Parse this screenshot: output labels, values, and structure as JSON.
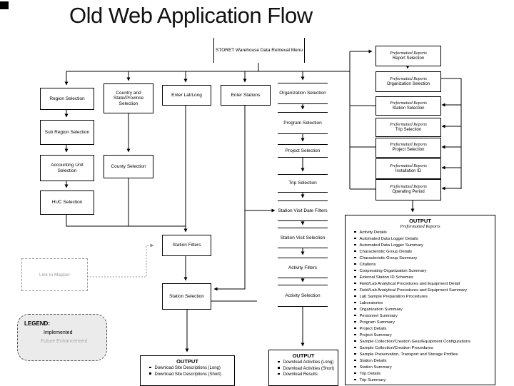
{
  "slide": {
    "title": "Old Web Application Flow"
  },
  "nodes": {
    "menu": "STORET Warehouse Data Retrieval Menu",
    "region": "Region Selection",
    "sub_region": "Sub Region Selection",
    "accounting_unit": "Accounting Unit Selection",
    "huc": "HUC Selection",
    "country_state": "Country and State/Province Selection",
    "county": "County Selection",
    "enter_latlong": "Enter Lat/Long",
    "enter_stations": "Enter Stations",
    "organization": "Organization Selection",
    "program": "Program Selection",
    "project": "Project Selection",
    "trip": "Trip Selection",
    "station_visit_date_filters": "Station Visit Date Filters",
    "station_visit_selection": "Station Visit Selection",
    "activity_filters": "Activity Filters",
    "activity_selection": "Activity Selection",
    "station_filters": "Station Filters",
    "station_selection": "Station Selection",
    "link_to_mapper": "Link to Mapper"
  },
  "preformatted": {
    "label": "Preformatted Reports",
    "steps": [
      "Report Selection",
      "Organization Selection",
      "Station Selection",
      "Trip Selection",
      "Project Selection",
      "Installation ID",
      "Operating Period"
    ]
  },
  "outputs": {
    "reports": {
      "title": "OUTPUT",
      "subtitle": "Preformatted Reports",
      "items": [
        "Activity Details",
        "Automated Data Logger Details",
        "Automated Data Logger Summary",
        "Characteristic Group Details",
        "Characteristic Group Summary",
        "Citations",
        "Cooperating Organization Summary",
        "External Station ID Schemes",
        "Field/Lab Analytical Procedures and Equipment Detail",
        "Field/Lab Analytical Procedures and Equipment Summary",
        "Lab Sample Preparation Procedures",
        "Laboratories",
        "Organization Summary",
        "Personnel Summary",
        "Program Summary",
        "Project Details",
        "Project Summary",
        "Sample Collection/Creation Gear/Equipment Configurations",
        "Sample Collection/Creation Procedures",
        "Sample Preservation, Transport and Storage Profiles",
        "Station Details",
        "Station Summary",
        "Trip Details",
        "Trip Summary"
      ]
    },
    "site": {
      "title": "OUTPUT",
      "items": [
        "Download Site Descriptions (Long)",
        "Download Site Descriptions (Short)"
      ]
    },
    "activities": {
      "title": "OUTPUT",
      "items": [
        "Download Activities (Long)",
        "Download Activities (Short)",
        "Download Results"
      ]
    }
  },
  "legend": {
    "title": "LEGEND:",
    "implemented": "Implemented",
    "future": "Future Enhancement"
  },
  "colors": {
    "implemented": "#000000",
    "future_enhancement": "#a9a9a9"
  }
}
